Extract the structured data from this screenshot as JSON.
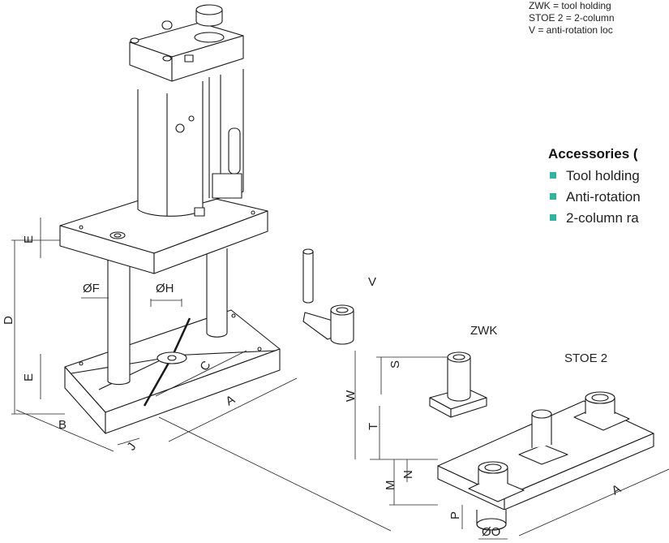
{
  "legend": {
    "lines": [
      "ZWK = tool holding",
      "STOE 2 = 2-column",
      "V = anti-rotation loc"
    ]
  },
  "accessories": {
    "title": "Accessories (",
    "items": [
      "Tool holding",
      "Anti-rotation",
      "2-column ra"
    ],
    "bullet_color": "#34b2a0"
  },
  "labels": {
    "D": "D",
    "E_top": "E",
    "E_bottom": "E",
    "F": "ØF",
    "H": "ØH",
    "B": "B",
    "J": "J",
    "C": "C",
    "A_main": "A",
    "V": "V",
    "ZWK": "ZWK",
    "STOE2": "STOE 2",
    "S": "S",
    "W": "W",
    "T": "T",
    "M": "M",
    "N": "N",
    "P": "P",
    "O": "ØO",
    "A_plate": "A"
  },
  "colors": {
    "line": "#1a1a1a",
    "dim": "#222222"
  }
}
